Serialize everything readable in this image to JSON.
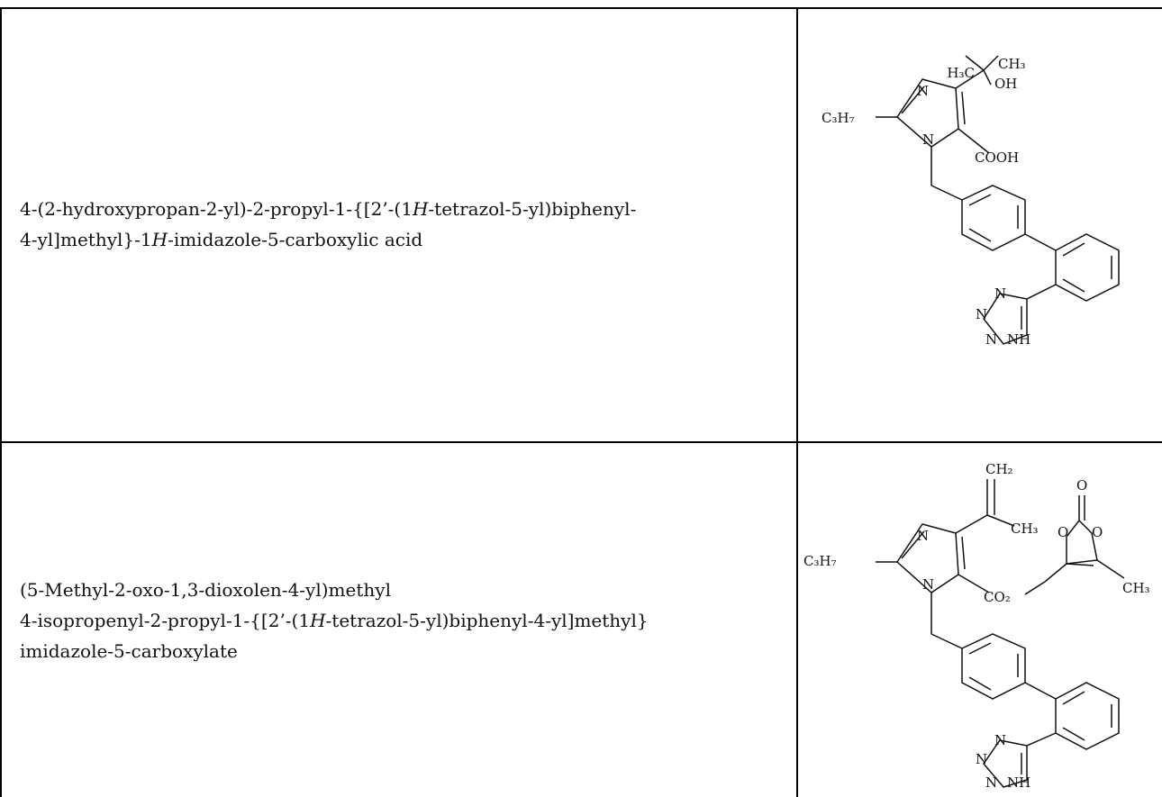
{
  "rows": [
    {
      "name_line1_a": "4-(2-hydroxypropan-2-yl)-2-propyl-1-{[2’-(1",
      "name_line1_h": "H",
      "name_line1_b": "-tetrazol-5-yl)biphenyl-",
      "name_line2_a": "4-yl]methyl}-1",
      "name_line2_h": "H",
      "name_line2_b": "-imidazole-5-carboxylic acid",
      "structure_labels": {
        "h3c": "H₃C",
        "ch3": "CH₃",
        "n_top": "N",
        "oh": "OH",
        "c3h7": "C₃H₇",
        "n_ring": "N",
        "cooh": "COOH",
        "tet_n1": "N",
        "tet_n2": "N",
        "tet_n3": "N",
        "tet_nh": "NH"
      }
    },
    {
      "name_line1": "(5-Methyl-2-oxo-1,3-dioxolen-4-yl)methyl",
      "name_line2_a": "4-isopropenyl-2-propyl-1-{[2’-(1",
      "name_line2_h": "H",
      "name_line2_b": "-tetrazol-5-yl)biphenyl-4-yl]methyl}",
      "name_line3": "imidazole-5-carboxylate",
      "structure_labels": {
        "ch2": "CH₂",
        "ch3_iso": "CH₃",
        "n_top": "N",
        "c3h7": "C₃H₇",
        "n_ring": "N",
        "co2": "CO₂",
        "o_carbonyl": "O",
        "o_left": "O",
        "o_right": "O",
        "ch3_ring": "CH₃",
        "tet_n1": "N",
        "tet_n2": "N",
        "tet_n3": "N",
        "tet_nh": "NH"
      }
    }
  ]
}
